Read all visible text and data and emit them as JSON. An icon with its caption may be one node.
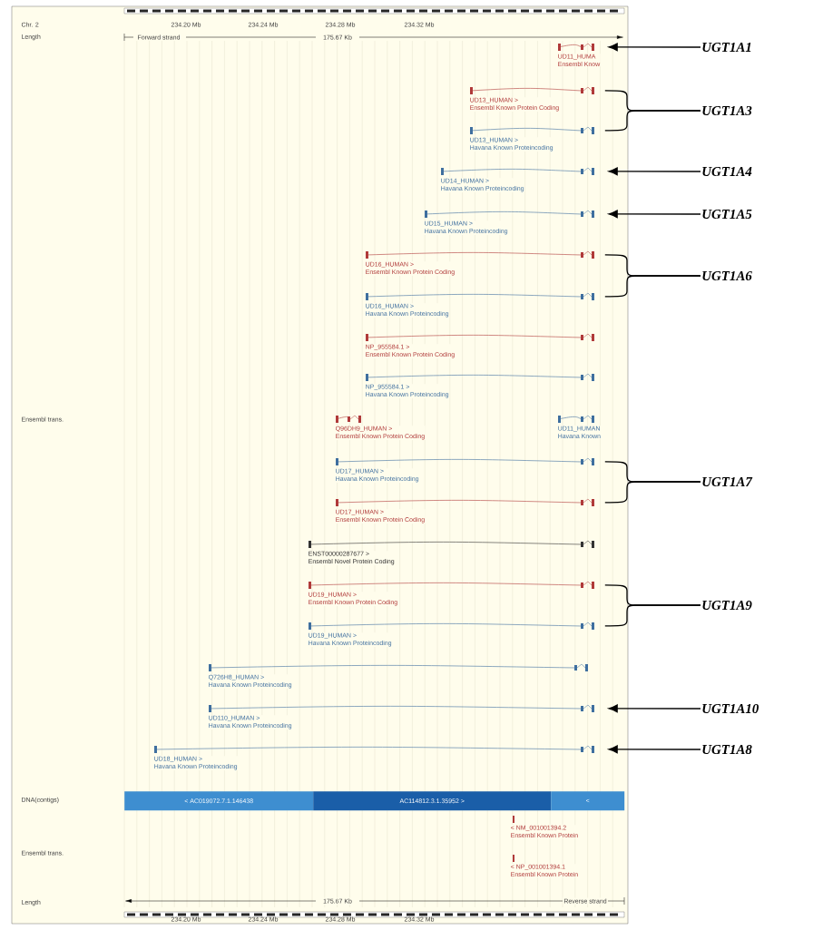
{
  "diagram": {
    "nodes": [
      {
        "text": [
          "UD11_HUMA",
          "Ensembl Know"
        ]
      },
      {
        "text": [
          "UD13_HUMAN >",
          "Ensembl Known Protein Coding"
        ]
      },
      {
        "text": [
          "UD13_HUMAN >",
          "Havana Known Proteincoding"
        ]
      },
      {
        "text": [
          "UD14_HUMAN >",
          "Havana Known Proteincoding"
        ]
      },
      {
        "text": [
          "UD15_HUMAN >",
          "Havana Known Proteincoding"
        ]
      },
      {
        "text": [
          "UD16_HUMAN >",
          "Ensembl Known Protein Coding"
        ]
      },
      {
        "text": [
          "UD16_HUMAN >",
          "Havana Known Proteincoding"
        ]
      },
      {
        "text": [
          "NP_955584.1 >",
          "Ensembl Known Protein Coding"
        ]
      },
      {
        "text": [
          "NP_955584.1 >",
          "Havana Known Proteincoding"
        ]
      },
      {
        "text": [
          "Q96DH9_HUMAN >",
          "Ensembl Known Protein Coding"
        ]
      },
      {
        "text": [
          "UD11_HUMAN",
          "Havana Known"
        ]
      },
      {
        "text": [
          "UD17_HUMAN >",
          "Havana Known Proteincoding"
        ]
      },
      {
        "text": [
          "UD17_HUMAN >",
          "Ensembl Known Protein Coding"
        ]
      },
      {
        "text": [
          "ENST00000287677 >",
          "Ensembl Novel Protein Coding"
        ]
      },
      {
        "text": [
          "UD19_HUMAN >",
          "Ensembl Known Protein Coding"
        ]
      },
      {
        "text": [
          "UD19_HUMAN >",
          "Havana Known Proteincoding"
        ]
      },
      {
        "text": [
          "Q726H8_HUMAN >",
          "Havana Known Proteincoding"
        ]
      },
      {
        "text": [
          "UD110_HUMAN >",
          "Havana Known Proteincoding"
        ]
      },
      {
        "text": [
          "UD18_HUMAN >",
          "Havana Known Proteincoding"
        ]
      },
      {
        "text": [
          "< AC019072.7.1.146438"
        ]
      },
      {
        "text": [
          "AC114812.3.1.35952 >"
        ]
      },
      {
        "text": [
          "<"
        ]
      },
      {
        "text": [
          "< NM_001001394.2",
          "Ensembl Known Protein"
        ]
      },
      {
        "text": [
          "< NP_001001394.1",
          "Ensembl Known Protein"
        ]
      },
      {
        "text": [
          "UGT1A1"
        ]
      },
      {
        "text": [
          "UGT1A3"
        ]
      },
      {
        "text": [
          "UGT1A4"
        ]
      },
      {
        "text": [
          "UGT1A5"
        ]
      },
      {
        "text": [
          "UGT1A6"
        ]
      },
      {
        "text": [
          "UGT1A7"
        ]
      },
      {
        "text": [
          "UGT1A9"
        ]
      },
      {
        "text": [
          "UGT1A10"
        ]
      },
      {
        "text": [
          "UGT1A8"
        ]
      }
    ],
    "edges": [
      {
        "from": 24,
        "to": 0,
        "arrow": "to"
      },
      {
        "from": 25,
        "to": 1,
        "arrow": "none"
      },
      {
        "from": 25,
        "to": 2,
        "arrow": "none"
      },
      {
        "from": 26,
        "to": 3,
        "arrow": "to"
      },
      {
        "from": 27,
        "to": 4,
        "arrow": "to"
      },
      {
        "from": 28,
        "to": 5,
        "arrow": "none"
      },
      {
        "from": 28,
        "to": 6,
        "arrow": "none"
      },
      {
        "from": 29,
        "to": 11,
        "arrow": "none"
      },
      {
        "from": 29,
        "to": 12,
        "arrow": "none"
      },
      {
        "from": 30,
        "to": 14,
        "arrow": "none"
      },
      {
        "from": 30,
        "to": 15,
        "arrow": "none"
      },
      {
        "from": 31,
        "to": 17,
        "arrow": "to"
      },
      {
        "from": 32,
        "to": 18,
        "arrow": "to"
      }
    ],
    "labels": [
      "Chr. 2",
      "234.20 Mb",
      "234.24 Mb",
      "234.28 Mb",
      "234.32 Mb",
      "Length",
      "Forward strand",
      "175.67 Kb",
      "Ensembl trans.",
      "DNA(contigs)",
      "Ensembl trans.",
      "Length",
      "175.67 Kb",
      "Reverse strand",
      "234.20 Mb",
      "234.24 Mb",
      "234.28 Mb",
      "234.32 Mb"
    ]
  }
}
